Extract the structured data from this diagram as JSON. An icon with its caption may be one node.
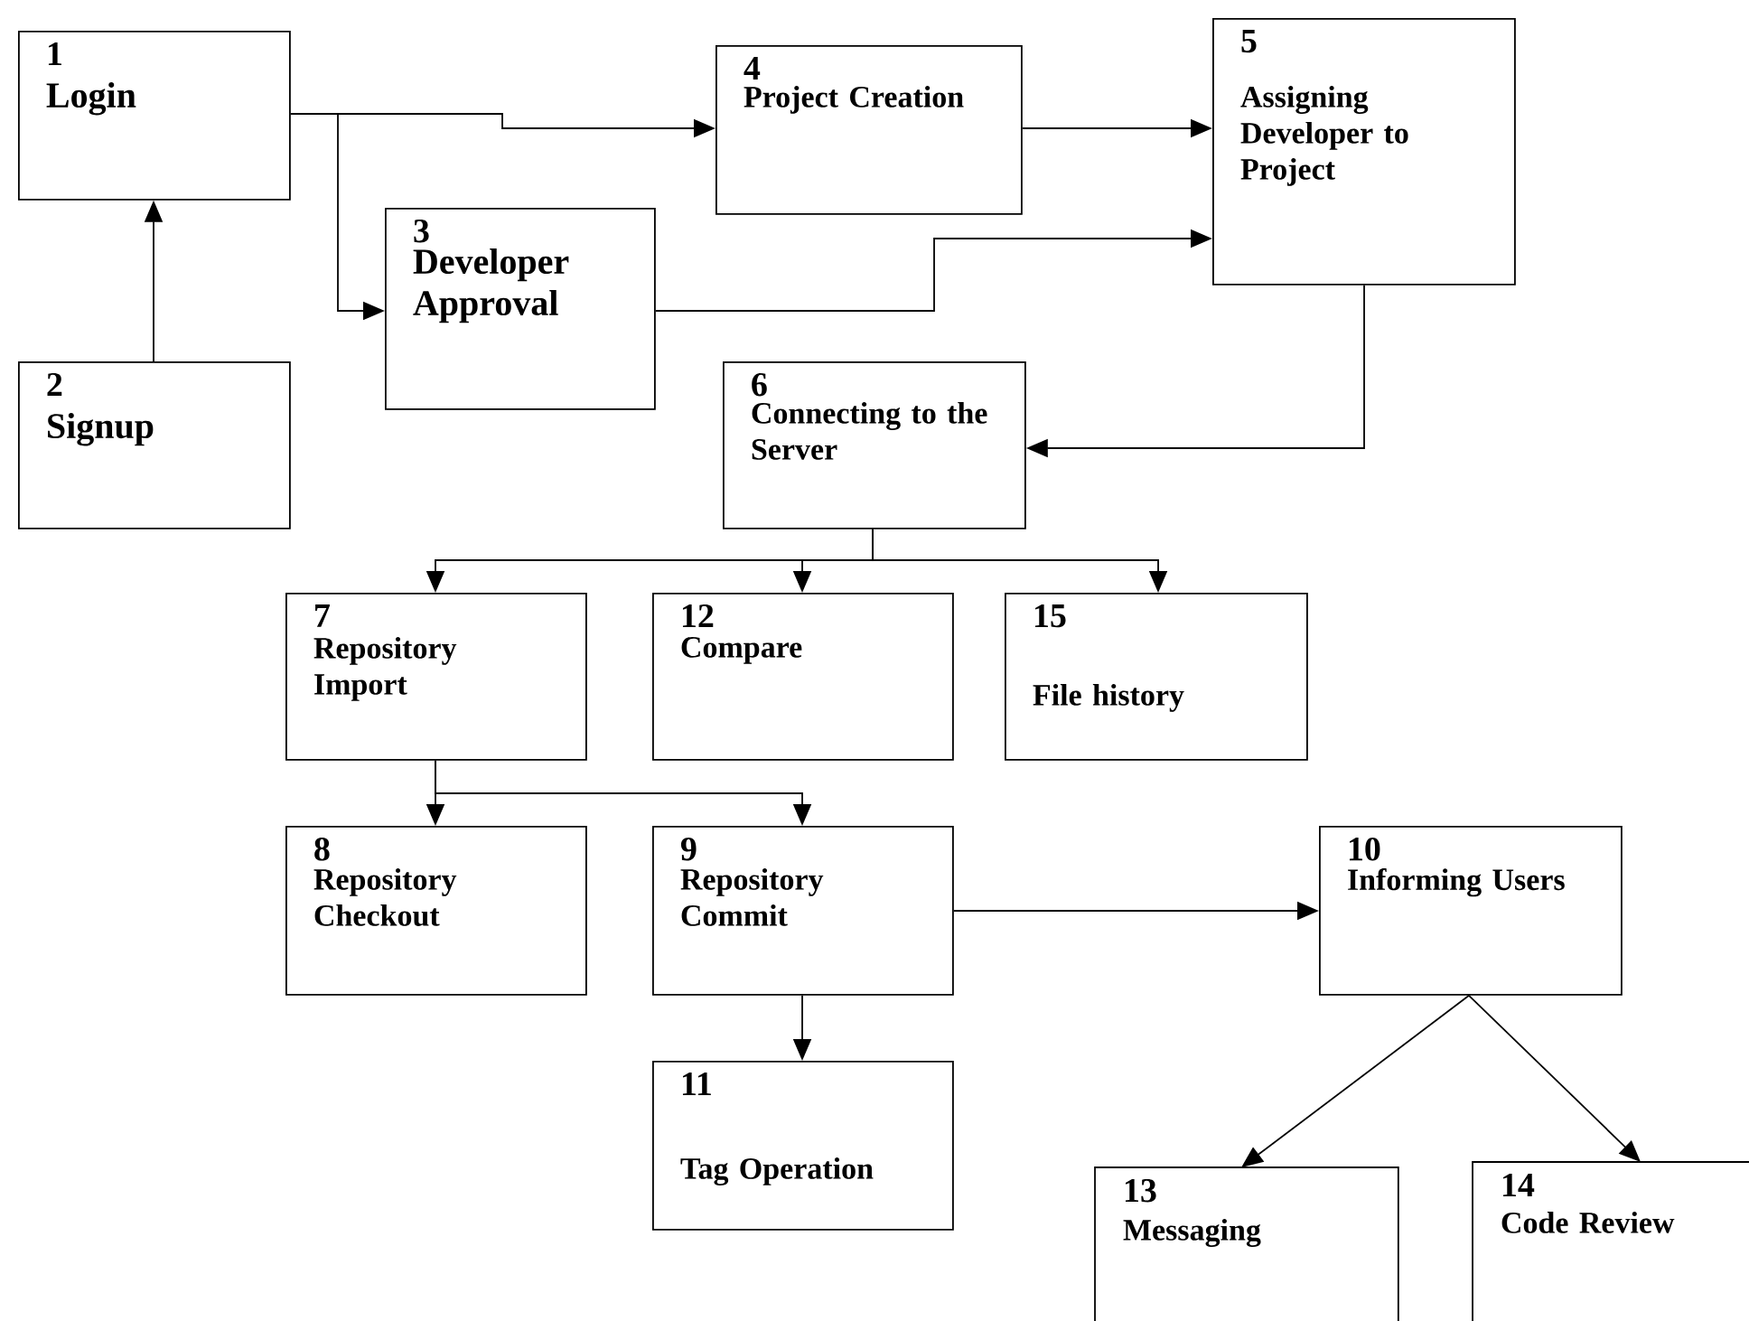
{
  "diagram": {
    "nodes": [
      {
        "text": [
          "1",
          "Login"
        ]
      },
      {
        "text": [
          "2",
          "Signup"
        ]
      },
      {
        "text": [
          "3",
          "Developer Approval"
        ]
      },
      {
        "text": [
          "4",
          "Project Creation"
        ]
      },
      {
        "text": [
          "5",
          "Assigning Developer to Project"
        ]
      },
      {
        "text": [
          "6",
          "Connecting to the Server"
        ]
      },
      {
        "text": [
          "7",
          "Repository Import"
        ]
      },
      {
        "text": [
          "8",
          "Repository Checkout"
        ]
      },
      {
        "text": [
          "9",
          "Repository Commit"
        ]
      },
      {
        "text": [
          "10",
          "Informing Users"
        ]
      },
      {
        "text": [
          "11",
          "Tag Operation"
        ]
      },
      {
        "text": [
          "12",
          "Compare"
        ]
      },
      {
        "text": [
          "13",
          "Messaging"
        ]
      },
      {
        "text": [
          "14",
          "Code Review"
        ]
      },
      {
        "text": [
          "15",
          "File history"
        ]
      }
    ],
    "edges": [
      {
        "from": 1,
        "to": 0,
        "arrow": "to"
      },
      {
        "from": 0,
        "to": 3,
        "arrow": "to"
      },
      {
        "from": 0,
        "to": 2,
        "arrow": "to"
      },
      {
        "from": 3,
        "to": 4,
        "arrow": "to"
      },
      {
        "from": 2,
        "to": 4,
        "arrow": "to"
      },
      {
        "from": 4,
        "to": 5,
        "arrow": "to"
      },
      {
        "from": 5,
        "to": 6,
        "arrow": "to"
      },
      {
        "from": 5,
        "to": 11,
        "arrow": "to"
      },
      {
        "from": 5,
        "to": 14,
        "arrow": "to"
      },
      {
        "from": 6,
        "to": 7,
        "arrow": "to"
      },
      {
        "from": 6,
        "to": 8,
        "arrow": "to"
      },
      {
        "from": 8,
        "to": 9,
        "arrow": "to"
      },
      {
        "from": 8,
        "to": 10,
        "arrow": "to"
      },
      {
        "from": 9,
        "to": 12,
        "arrow": "to"
      },
      {
        "from": 9,
        "to": 13,
        "arrow": "to"
      }
    ]
  }
}
